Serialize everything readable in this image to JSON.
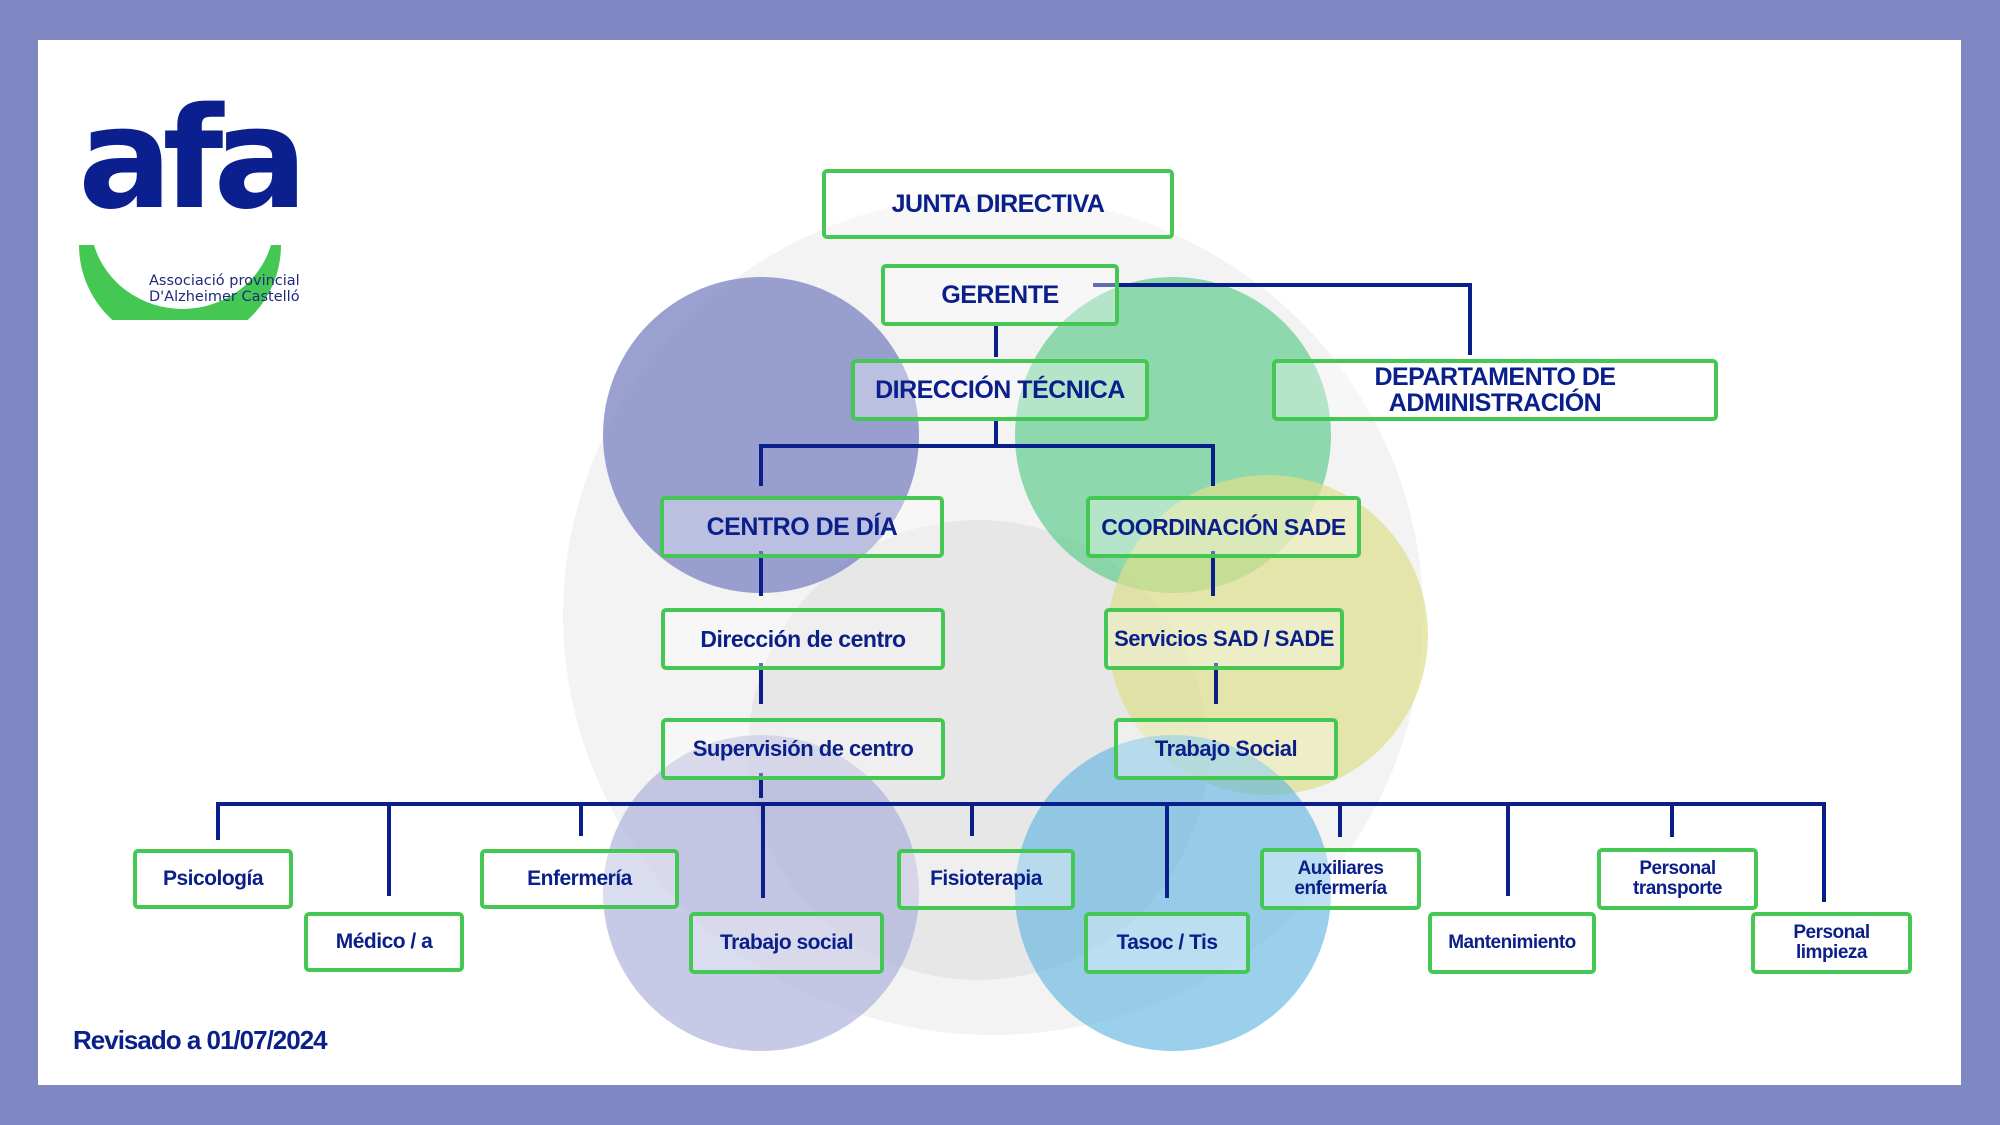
{
  "logo": {
    "word": "afa",
    "line1": "Associació  provincial",
    "line2": "D'Alzheimer Castelló"
  },
  "nodes": {
    "junta": "JUNTA DIRECTIVA",
    "gerente": "GERENTE",
    "direccion_tecnica": "DIRECCIÓN TÉCNICA",
    "administracion": "DEPARTAMENTO DE ADMINISTRACIÓN",
    "centro_dia": "CENTRO DE DÍA",
    "coordinacion_sade": "COORDINACIÓN SADE",
    "direccion_centro": "Dirección de centro",
    "servicios_sad": "Servicios SAD / SADE",
    "supervision_centro": "Supervisión de centro",
    "trabajo_social_top": "Trabajo Social",
    "psicologia": "Psicología",
    "medico": "Médico / a",
    "enfermeria": "Enfermería",
    "trabajo_social": "Trabajo social",
    "fisioterapia": "Fisioterapia",
    "tasoc": "Tasoc / Tis",
    "auxiliares_1": "Auxiliares",
    "auxiliares_2": "enfermería",
    "mantenimiento": "Mantenimiento",
    "transporte_1": "Personal",
    "transporte_2": "transporte",
    "limpieza_1": "Personal",
    "limpieza_2": "limpieza"
  },
  "footer": "Revisado a 01/07/2024",
  "colors": {
    "frame": "#8088c4",
    "node_border": "#45c853",
    "text": "#0a1f8a",
    "line": "#0a1f8a"
  }
}
